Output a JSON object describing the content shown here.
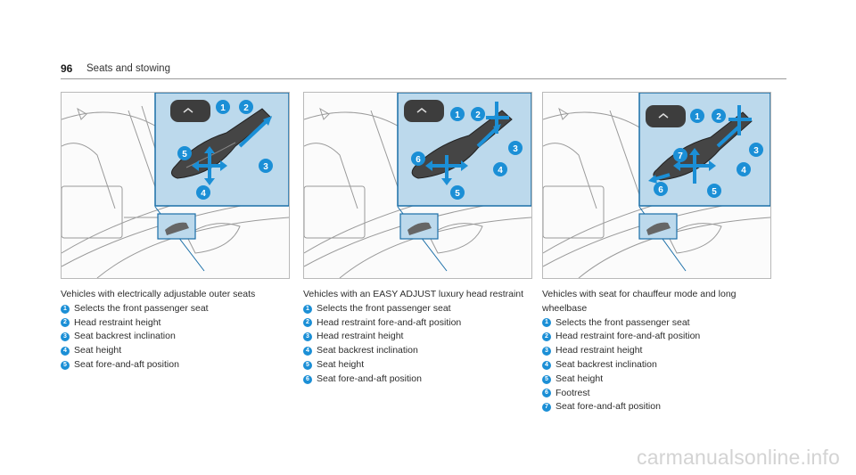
{
  "header": {
    "page_number": "96",
    "section_title": "Seats and stowing"
  },
  "figures": [
    {
      "caption_title": "Vehicles with electrically adjustable outer seats",
      "items": [
        {
          "num": "1",
          "label": "Selects the front passenger seat"
        },
        {
          "num": "2",
          "label": "Head restraint height"
        },
        {
          "num": "3",
          "label": "Seat backrest inclination"
        },
        {
          "num": "4",
          "label": "Seat height"
        },
        {
          "num": "5",
          "label": "Seat fore-and-aft position"
        }
      ]
    },
    {
      "caption_title": "Vehicles with an EASY ADJUST luxury head restraint",
      "items": [
        {
          "num": "1",
          "label": "Selects the front passenger seat"
        },
        {
          "num": "2",
          "label": "Head restraint fore-and-aft position"
        },
        {
          "num": "3",
          "label": "Head restraint height"
        },
        {
          "num": "4",
          "label": "Seat backrest inclination"
        },
        {
          "num": "5",
          "label": "Seat height"
        },
        {
          "num": "6",
          "label": "Seat fore-and-aft position"
        }
      ]
    },
    {
      "caption_title": "Vehicles with seat for chauffeur mode and long wheelbase",
      "items": [
        {
          "num": "1",
          "label": "Selects the front passenger seat"
        },
        {
          "num": "2",
          "label": "Head restraint fore-and-aft position"
        },
        {
          "num": "3",
          "label": "Head restraint height"
        },
        {
          "num": "4",
          "label": "Seat backrest inclination"
        },
        {
          "num": "5",
          "label": "Seat height"
        },
        {
          "num": "6",
          "label": "Footrest"
        },
        {
          "num": "7",
          "label": "Seat fore-and-aft position"
        }
      ]
    }
  ],
  "watermark": "carmanualsonline.info",
  "colors": {
    "callout": "#1b8fd6",
    "inset_background": "#bcd9ec",
    "inset_border": "#1b6fa8"
  }
}
